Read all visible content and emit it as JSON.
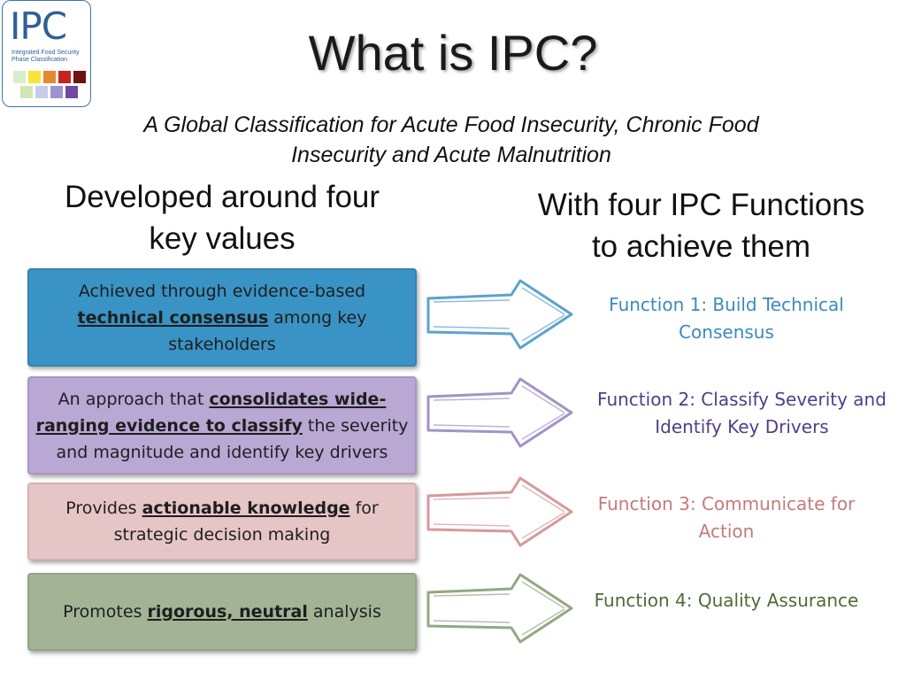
{
  "logo": {
    "text": "IPC",
    "subtitle": "Integrated Food Security Phase Classification",
    "colors_row1": [
      "#d9eecb",
      "#f7e339",
      "#e8882d",
      "#c8211f",
      "#6e1212"
    ],
    "colors_row2": [
      "#d0e6b4",
      "#c4cce8",
      "#9e94cf",
      "#6f4aa0"
    ]
  },
  "title": "What is IPC?",
  "subtitle_line1": "A Global Classification for Acute Food Insecurity, Chronic Food",
  "subtitle_line2": "Insecurity and Acute Malnutrition",
  "left_heading_line1": "Developed around four",
  "left_heading_line2": "key values",
  "right_heading_line1": "With four IPC Functions",
  "right_heading_line2": "to achieve them",
  "values": [
    {
      "pre": "Achieved through evidence-based",
      "bold": "technical consensus",
      "post": " among key stakeholders",
      "color": "#3a93c5"
    },
    {
      "pre": "An approach that ",
      "bold": "consolidates wide-ranging evidence to classify",
      "post": " the severity and magnitude and identify key drivers",
      "color": "#b9a7d4"
    },
    {
      "pre": "Provides ",
      "bold": "actionable knowledge",
      "post": " for strategic decision making",
      "color": "#e6c5c7"
    },
    {
      "pre": "Promotes ",
      "bold": "rigorous, neutral",
      "post": " analysis",
      "color": "#a3b496"
    }
  ],
  "functions": [
    {
      "line1": "Function 1: Build Technical",
      "line2": "Consensus",
      "color": "#3a8abd"
    },
    {
      "line1": "Function 2: Classify Severity and",
      "line2": "Identify Key Drivers",
      "color": "#4f3f86"
    },
    {
      "line1": "Function 3: Communicate for",
      "line2": "Action",
      "color": "#c47a7d"
    },
    {
      "line1": "Function 4: Quality Assurance",
      "line2": "",
      "color": "#4e6b34"
    }
  ],
  "arrow_colors": [
    "#5aa3cf",
    "#a393c6",
    "#d49a9d",
    "#93a882"
  ]
}
